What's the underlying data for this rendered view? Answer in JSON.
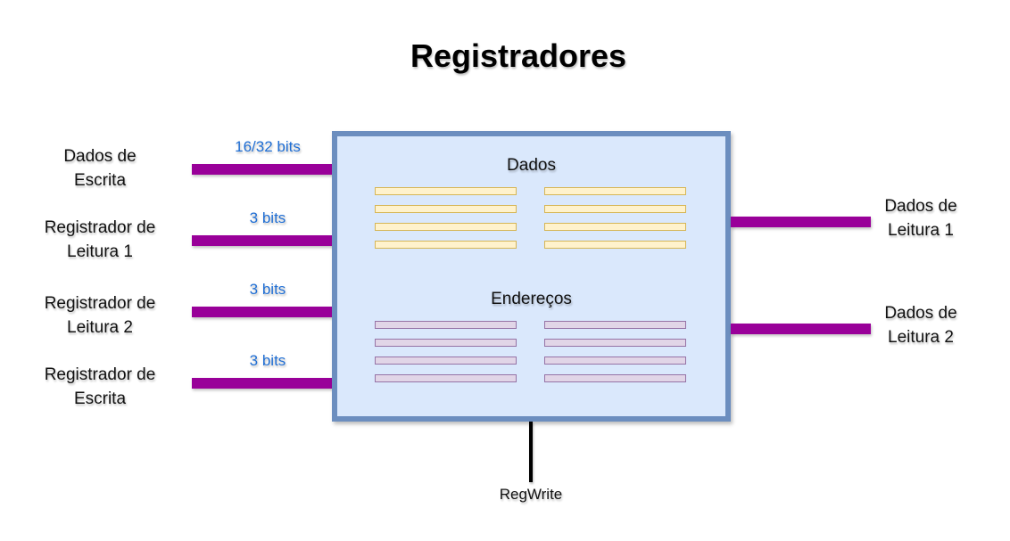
{
  "title": "Registradores",
  "register_file": {
    "data_section_label": "Dados",
    "address_section_label": "Endereços",
    "data_rows": 4,
    "address_rows": 4,
    "columns": 2,
    "colors": {
      "box_fill": "#dae8fc",
      "box_border": "#6c8ebf",
      "data_fill": "#fff2cc",
      "data_border": "#d6b656",
      "address_fill": "#e1d5e7",
      "address_border": "#9673a6"
    }
  },
  "inputs": [
    {
      "label_line1": "Dados de",
      "label_line2": "Escrita",
      "bits": "16/32 bits"
    },
    {
      "label_line1": "Registrador de",
      "label_line2": "Leitura 1",
      "bits": "3 bits"
    },
    {
      "label_line1": "Registrador de",
      "label_line2": "Leitura 2",
      "bits": "3 bits"
    },
    {
      "label_line1": "Registrador de",
      "label_line2": "Escrita",
      "bits": "3 bits"
    }
  ],
  "outputs": [
    {
      "label_line1": "Dados de",
      "label_line2": "Leitura 1"
    },
    {
      "label_line1": "Dados de",
      "label_line2": "Leitura 2"
    }
  ],
  "control": {
    "label": "RegWrite"
  },
  "colors": {
    "wire": "#990099",
    "bits_text": "#1f6ed4",
    "control_wire": "#000000"
  }
}
